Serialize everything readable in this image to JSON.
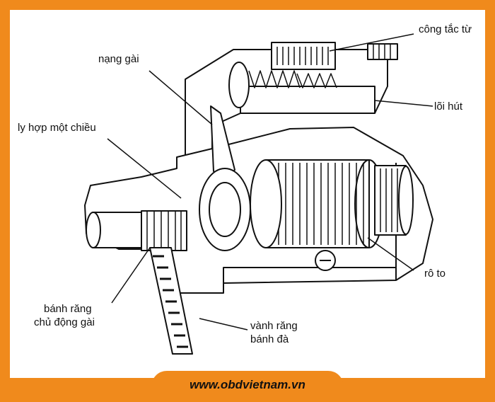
{
  "labels": {
    "cong_tac_tu": "công tắc từ",
    "nang_gai": "nạng gài",
    "loi_hut": "lõi hút",
    "ly_hop": "ly hợp một chiều",
    "ro_to": "rô to",
    "banh_rang_1": "bánh răng",
    "banh_rang_2": "chủ động gài",
    "vanh_rang_1": "vành răng",
    "vanh_rang_2": "bánh đà"
  },
  "footer": {
    "url": "www.obdvietnam.vn"
  },
  "colors": {
    "frame": "#f08a1c",
    "line": "#111111",
    "background": "#ffffff"
  }
}
